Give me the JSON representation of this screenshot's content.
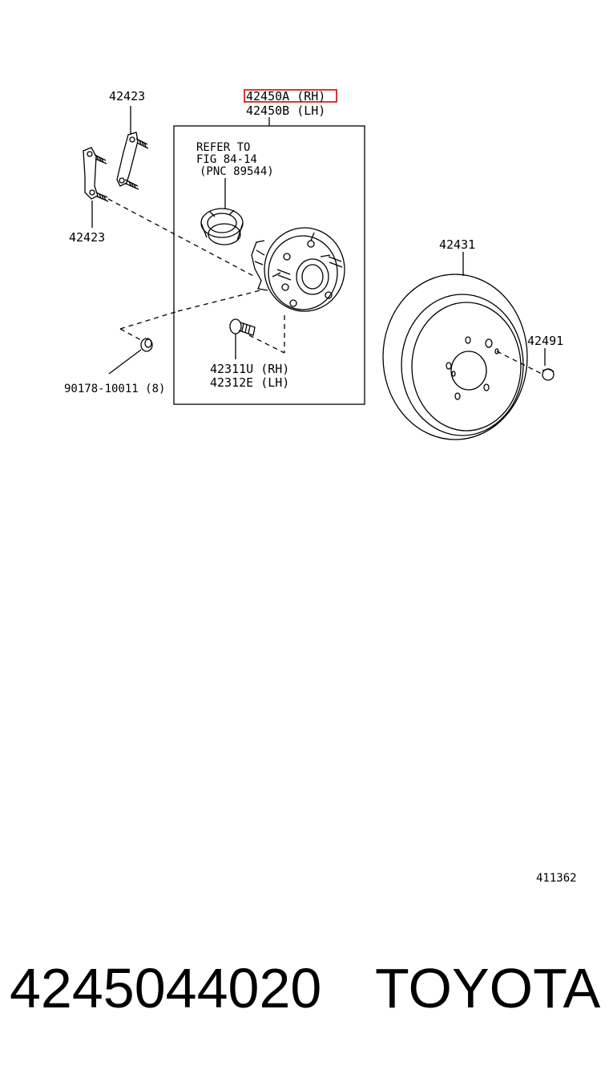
{
  "diagram": {
    "labels": {
      "bracket_top": "42423",
      "bracket_bottom": "42423",
      "hub_rh": "42450A (RH)",
      "hub_lh": "42450B (LH)",
      "refer_1": "REFER TO",
      "refer_2": "FIG 84-14",
      "refer_3": "(PNC 89544)",
      "disc": "42431",
      "disc_screw": "42491",
      "bolt_code": "90178-10011 (8)",
      "hub_bolt_rh": "42311U (RH)",
      "hub_bolt_lh": "42312E (LH)",
      "illustration_no": "411362"
    },
    "colors": {
      "line": "#000000",
      "highlight": "#e00000"
    }
  },
  "footer": {
    "part_number": "4245044020",
    "brand": "TOYOTA"
  }
}
